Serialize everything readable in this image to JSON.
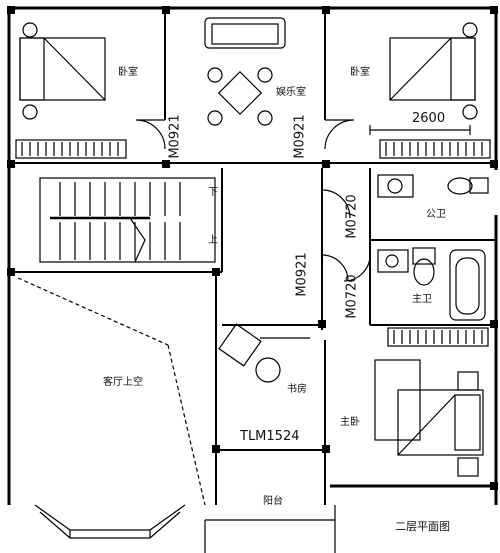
{
  "plan": {
    "title": "二层平面图",
    "rooms": {
      "bedroom_left": "卧室",
      "bedroom_right": "卧室",
      "entertainment": "娱乐室",
      "public_bath": "公卫",
      "master_bath": "主卫",
      "living_void": "客厅上空",
      "study": "书房",
      "master_bedroom": "主卧",
      "balcony": "阳台"
    },
    "stair": {
      "down": "下",
      "up": "上"
    },
    "doors": {
      "d1": "M0921",
      "d2": "M0921",
      "d3": "M0720",
      "d4": "M0921",
      "d5": "M0720",
      "sliding": "TLM1524"
    },
    "dimension": "2600"
  }
}
